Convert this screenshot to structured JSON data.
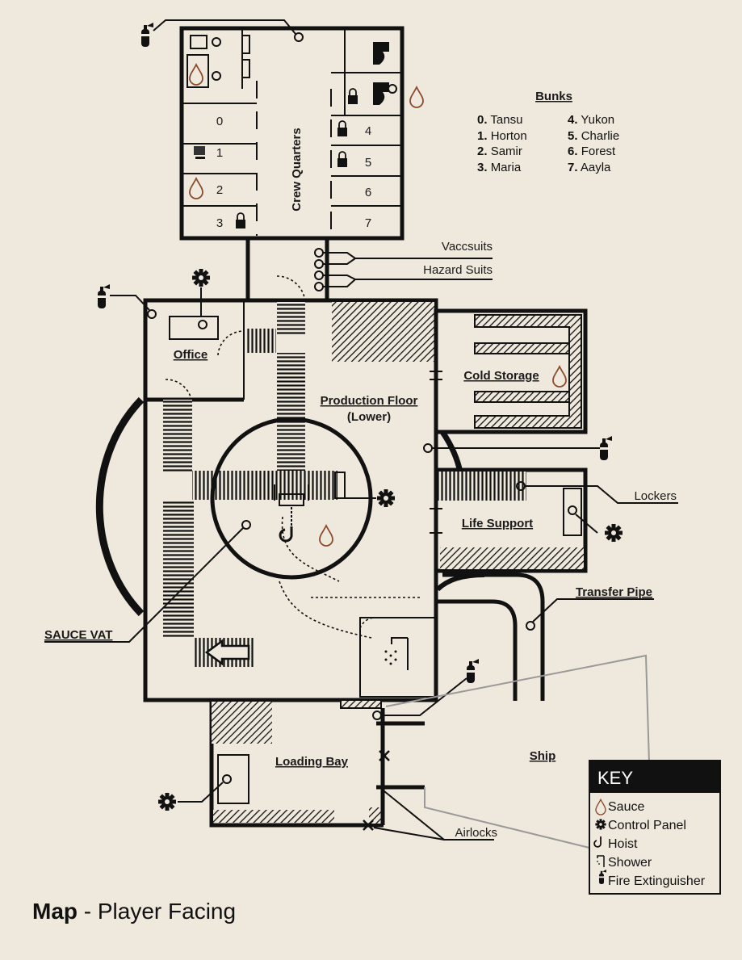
{
  "title": {
    "bold": "Map",
    "rest": " - Player Facing"
  },
  "bunks": {
    "heading": "Bunks",
    "list": [
      {
        "num": "0.",
        "name": "Tansu"
      },
      {
        "num": "1.",
        "name": "Horton"
      },
      {
        "num": "2.",
        "name": "Samir"
      },
      {
        "num": "3.",
        "name": "Maria"
      },
      {
        "num": "4.",
        "name": "Yukon"
      },
      {
        "num": "5.",
        "name": "Charlie"
      },
      {
        "num": "6.",
        "name": "Forest"
      },
      {
        "num": "7.",
        "name": "Aayla"
      }
    ]
  },
  "rooms": {
    "crew_quarters": "Crew Quarters",
    "office": "Office",
    "production_floor": "Production Floor",
    "production_floor_sub": "(Lower)",
    "cold_storage": "Cold Storage",
    "life_support": "Life Support",
    "loading_bay": "Loading Bay",
    "ship": "Ship"
  },
  "bunk_numbers": [
    "0",
    "1",
    "2",
    "3",
    "4",
    "5",
    "6",
    "7"
  ],
  "callouts": {
    "vaccsuits": "Vaccsuits",
    "hazard_suits": "Hazard Suits",
    "lockers": "Lockers",
    "transfer_pipe": "Transfer Pipe",
    "sauce_vat": "SAUCE VAT",
    "airlocks": "Airlocks"
  },
  "key": {
    "heading": "KEY",
    "items": [
      {
        "icon": "sauce-icon",
        "label": "Sauce"
      },
      {
        "icon": "control-panel-icon",
        "label": "Control Panel"
      },
      {
        "icon": "hoist-icon",
        "label": "Hoist"
      },
      {
        "icon": "shower-icon",
        "label": "Shower"
      },
      {
        "icon": "fire-extinguisher-icon",
        "label": "Fire Extinguisher"
      }
    ]
  },
  "colors": {
    "background": "#efe8dc",
    "ink": "#111111",
    "sauce": "#8b4a2b",
    "key_header": "#111111"
  }
}
